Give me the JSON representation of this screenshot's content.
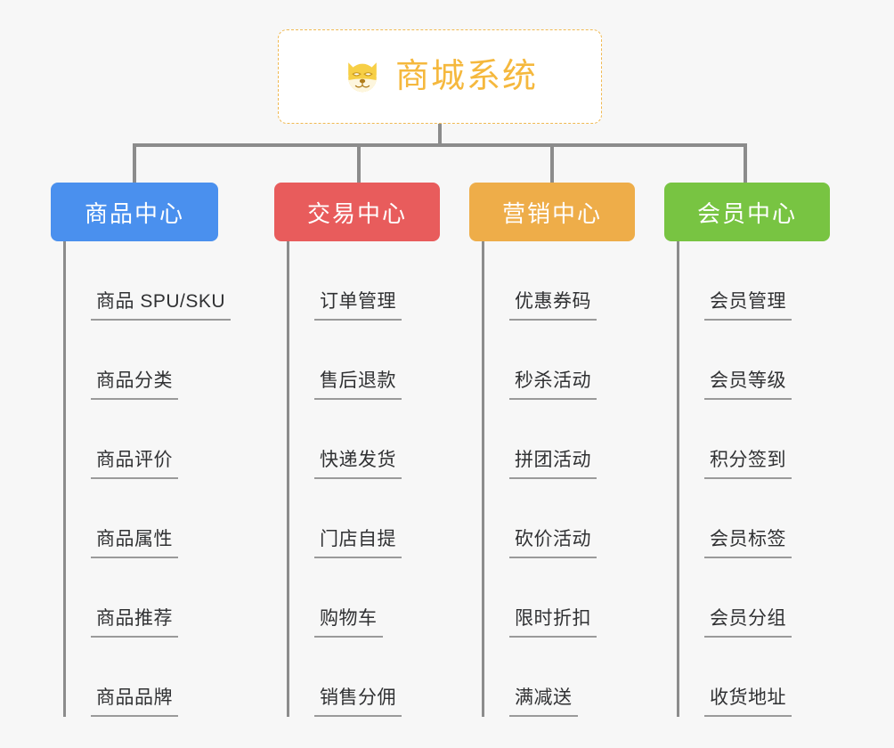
{
  "page": {
    "background_color": "#f7f7f7",
    "type": "mindmap-tree"
  },
  "root": {
    "title": "商城系统",
    "icon": "dog-face-icon",
    "text_color": "#f5b83d",
    "border_color": "#f0b952",
    "background_color": "#ffffff"
  },
  "connector": {
    "color": "#8c8c8c"
  },
  "categories": [
    {
      "label": "商品中心",
      "color": "#4a90ee",
      "items": [
        {
          "label": "商品 SPU/SKU"
        },
        {
          "label": "商品分类"
        },
        {
          "label": "商品评价"
        },
        {
          "label": "商品属性"
        },
        {
          "label": "商品推荐"
        },
        {
          "label": "商品品牌"
        }
      ]
    },
    {
      "label": "交易中心",
      "color": "#e85c5c",
      "items": [
        {
          "label": "订单管理"
        },
        {
          "label": "售后退款"
        },
        {
          "label": "快递发货"
        },
        {
          "label": "门店自提"
        },
        {
          "label": "购物车"
        },
        {
          "label": "销售分佣"
        }
      ]
    },
    {
      "label": "营销中心",
      "color": "#eead49",
      "items": [
        {
          "label": "优惠券码"
        },
        {
          "label": "秒杀活动"
        },
        {
          "label": "拼团活动"
        },
        {
          "label": "砍价活动"
        },
        {
          "label": "限时折扣"
        },
        {
          "label": "满减送"
        }
      ]
    },
    {
      "label": "会员中心",
      "color": "#78c442",
      "items": [
        {
          "label": "会员管理"
        },
        {
          "label": "会员等级"
        },
        {
          "label": "积分签到"
        },
        {
          "label": "会员标签"
        },
        {
          "label": "会员分组"
        },
        {
          "label": "收货地址"
        }
      ]
    }
  ]
}
